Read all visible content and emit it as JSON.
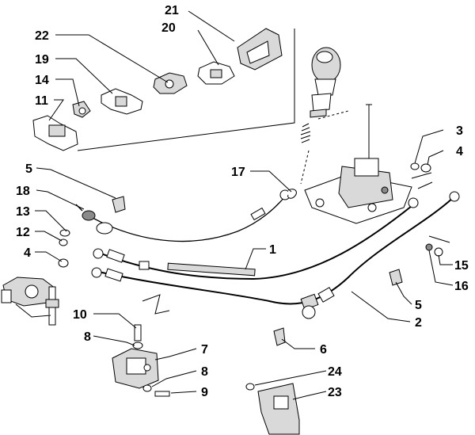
{
  "diagram": {
    "callouts": [
      {
        "id": "c21",
        "text": "21"
      },
      {
        "id": "c22",
        "text": "22"
      },
      {
        "id": "c20",
        "text": "20"
      },
      {
        "id": "c19",
        "text": "19"
      },
      {
        "id": "c14",
        "text": "14"
      },
      {
        "id": "c11",
        "text": "11"
      },
      {
        "id": "c3",
        "text": "3"
      },
      {
        "id": "c4a",
        "text": "4"
      },
      {
        "id": "c5a",
        "text": "5"
      },
      {
        "id": "c17",
        "text": "17"
      },
      {
        "id": "c18",
        "text": "18"
      },
      {
        "id": "c13",
        "text": "13"
      },
      {
        "id": "c12",
        "text": "12"
      },
      {
        "id": "c4b",
        "text": "4"
      },
      {
        "id": "c1",
        "text": "1"
      },
      {
        "id": "c15",
        "text": "15"
      },
      {
        "id": "c16",
        "text": "16"
      },
      {
        "id": "c5b",
        "text": "5"
      },
      {
        "id": "c2",
        "text": "2"
      },
      {
        "id": "c10",
        "text": "10"
      },
      {
        "id": "c8a",
        "text": "8"
      },
      {
        "id": "c7",
        "text": "7"
      },
      {
        "id": "c6",
        "text": "6"
      },
      {
        "id": "c8b",
        "text": "8"
      },
      {
        "id": "c24",
        "text": "24"
      },
      {
        "id": "c9",
        "text": "9"
      },
      {
        "id": "c23",
        "text": "23"
      }
    ]
  }
}
